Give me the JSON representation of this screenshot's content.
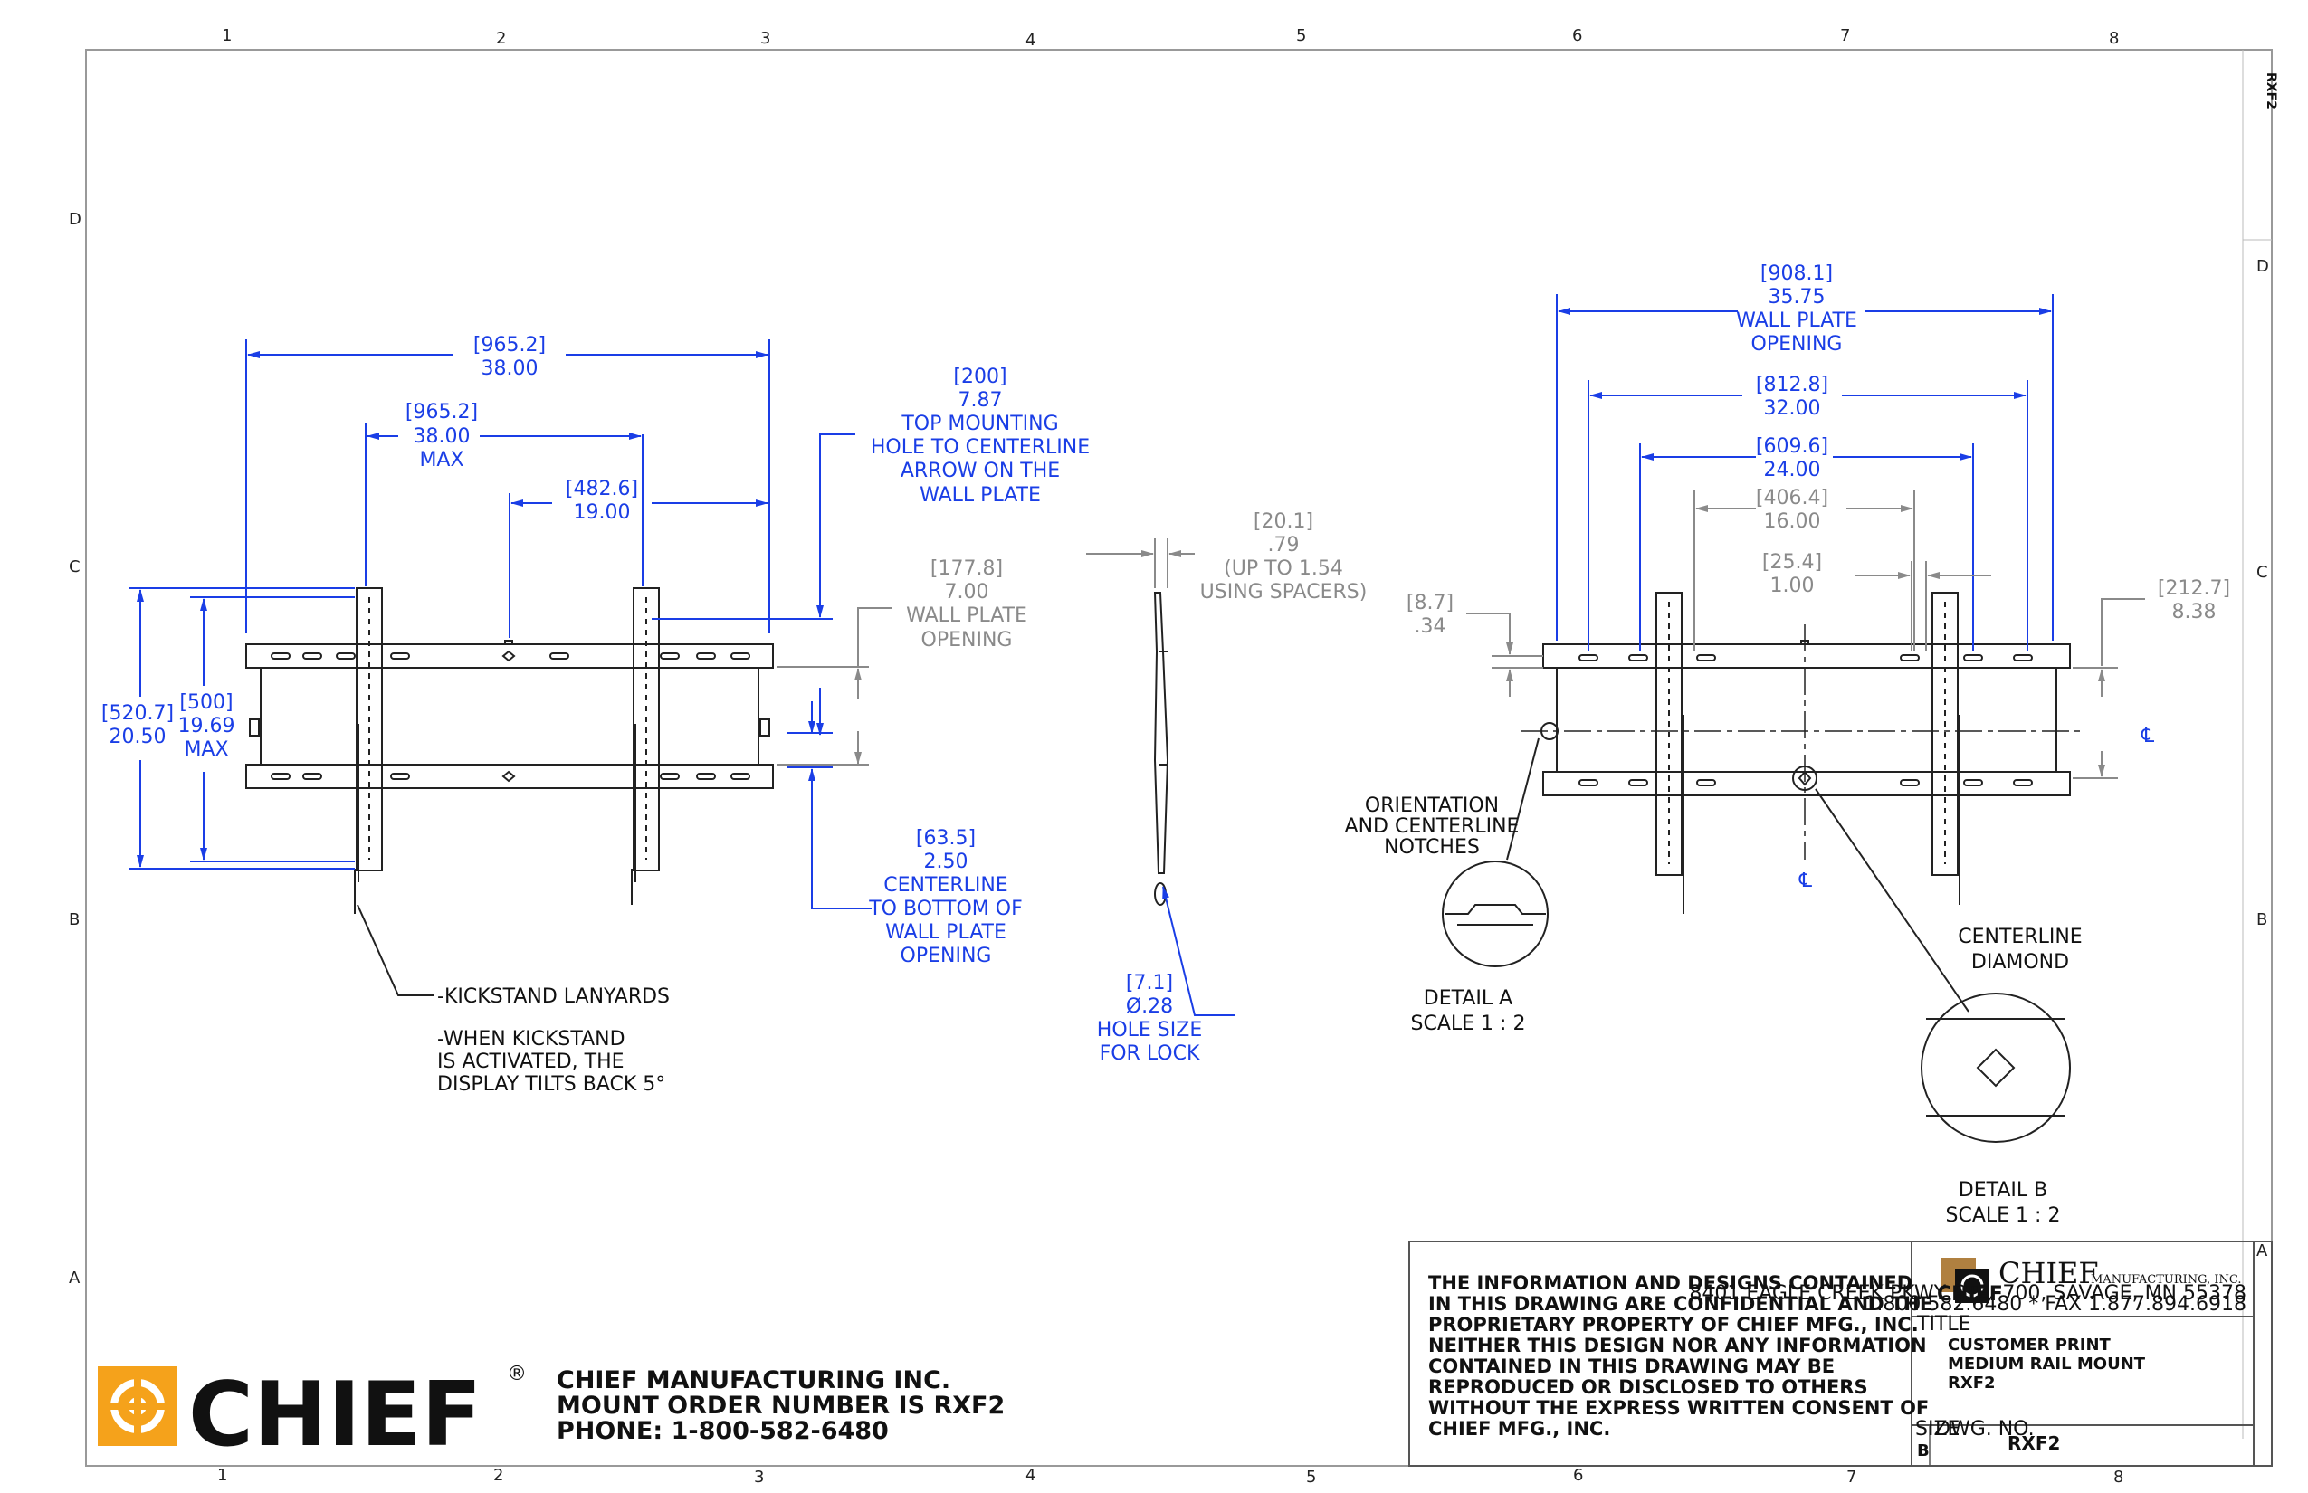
{
  "border": {
    "columns_top": [
      "1",
      "2",
      "3",
      "4",
      "5",
      "6",
      "7",
      "8"
    ],
    "columns_bottom": [
      "1",
      "2",
      "3",
      "4",
      "5",
      "6",
      "7",
      "8"
    ],
    "rows_left": [
      "D",
      "C",
      "B",
      "A"
    ],
    "rows_right": [
      "D",
      "C",
      "B",
      "A"
    ],
    "corner_tab": "RXF2"
  },
  "front_view": {
    "dim_overall_width": {
      "metric": "[965.2]",
      "imperial": "38.00"
    },
    "dim_max_width": {
      "metric": "[965.2]",
      "imperial": "38.00",
      "note": "MAX"
    },
    "dim_half_width": {
      "metric": "[482.6]",
      "imperial": "19.00"
    },
    "dim_top_mounting": {
      "metric": "[200]",
      "imperial": "7.87",
      "line1": "TOP MOUNTING",
      "line2": "HOLE TO CENTERLINE",
      "line3": "ARROW ON THE",
      "line4": "WALL PLATE"
    },
    "dim_wall_plate_opening": {
      "metric": "[177.8]",
      "imperial": "7.00",
      "line1": "WALL PLATE",
      "line2": "OPENING"
    },
    "dim_overall_height": {
      "metric": "[520.7]",
      "imperial": "20.50"
    },
    "dim_max_height": {
      "metric": "[500]",
      "imperial": "19.69",
      "note": "MAX"
    },
    "dim_centerline_bottom": {
      "metric": "[63.5]",
      "imperial": "2.50",
      "line1": "CENTERLINE",
      "line2": "TO BOTTOM OF",
      "line3": "WALL PLATE",
      "line4": "OPENING"
    },
    "note_lanyards": "-KICKSTAND LANYARDS",
    "note_tilt_1": "-WHEN KICKSTAND",
    "note_tilt_2": "IS ACTIVATED, THE",
    "note_tilt_3": "DISPLAY TILTS BACK 5°"
  },
  "side_view": {
    "dim_depth": {
      "metric": "[20.1]",
      "imperial": ".79",
      "note1": "(UP TO 1.54",
      "note2": "USING SPACERS)"
    },
    "dim_hole": {
      "metric": "[7.1]",
      "imperial": "Ø.28",
      "line1": "HOLE SIZE",
      "line2": "FOR LOCK"
    }
  },
  "rear_view": {
    "dim_wall_plate": {
      "metric": "[908.1]",
      "imperial": "35.75",
      "line1": "WALL PLATE",
      "line2": "OPENING"
    },
    "dim_32": {
      "metric": "[812.8]",
      "imperial": "32.00"
    },
    "dim_24": {
      "metric": "[609.6]",
      "imperial": "24.00"
    },
    "dim_16": {
      "metric": "[406.4]",
      "imperial": "16.00"
    },
    "dim_1": {
      "metric": "[25.4]",
      "imperial": "1.00"
    },
    "dim_034": {
      "metric": "[8.7]",
      "imperial": ".34"
    },
    "dim_838": {
      "metric": "[212.7]",
      "imperial": "8.38"
    },
    "centerline_symbol": "℄",
    "orientation_1": "ORIENTATION",
    "orientation_2": "AND CENTERLINE",
    "orientation_3": "NOTCHES",
    "detail_a_1": "DETAIL A",
    "detail_a_2": "SCALE 1 : 2",
    "centerline_diamond_1": "CENTERLINE",
    "centerline_diamond_2": "DIAMOND",
    "detail_b_1": "DETAIL B",
    "detail_b_2": "SCALE 1 : 2"
  },
  "title_block": {
    "logo_text": "CHIEF",
    "logo_reg": "®",
    "company_1": "CHIEF MANUFACTURING INC.",
    "company_2": "MOUNT ORDER NUMBER IS RXF2",
    "company_3": "PHONE: 1-800-582-6480",
    "confidential": [
      "THE INFORMATION AND DESIGNS CONTAINED",
      "IN THIS DRAWING ARE CONFIDENTIAL AND THE",
      "PROPRIETARY PROPERTY OF CHIEF MFG., INC.",
      "NEITHER THIS DESIGN NOR ANY INFORMATION",
      "CONTAINED IN THIS DRAWING MAY BE",
      "REPRODUCED OR DISCLOSED TO OTHERS",
      "WITHOUT THE EXPRESS WRITTEN CONSENT OF",
      "CHIEF MFG., INC."
    ],
    "small_logo_word": "CHIEF",
    "small_logo_sub": "CHIEF",
    "small_logo_mfg": "MANUFACTURING, INC.",
    "small_address_1": "8401 EAGLE CREEK PKWY STE. 700, SAVAGE, MN  55378",
    "small_address_2": "1.800.582.6480  *  FAX 1.877.894.6918",
    "title_label": "TITLE",
    "title_1": "CUSTOMER PRINT",
    "title_2": "MEDIUM RAIL MOUNT",
    "title_3": "RXF2",
    "size_label": "SIZE",
    "size_value": "B",
    "dwg_label": "DWG. NO.",
    "dwg_value": "RXF2"
  },
  "colors": {
    "dimension_blue": "#1a3ee6",
    "reference_gray": "#8a8a8a",
    "logo_orange": "#f5a21b"
  }
}
